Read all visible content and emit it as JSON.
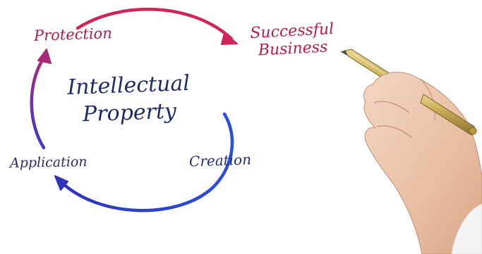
{
  "diagram": {
    "nodes": {
      "protection": "Protection",
      "successful_business_line1": "Successful",
      "successful_business_line2": "Business",
      "center_line1": "Intellectual",
      "center_line2": "Property",
      "creation": "Creation",
      "application": "Application"
    },
    "edges": [
      {
        "from": "protection",
        "to": "successful_business",
        "color": "#d0245a"
      },
      {
        "from": "creation",
        "to": "application",
        "color": "#2a3fd0"
      },
      {
        "from": "application",
        "to": "protection",
        "color": "#7a2ea0"
      }
    ]
  },
  "colors": {
    "magenta_text": "#c2184a",
    "navy_text": "#1d2b6b",
    "arrow_red": "#d0245a",
    "arrow_blue": "#2a3fd0",
    "arrow_purple": "#7a2ea0"
  }
}
